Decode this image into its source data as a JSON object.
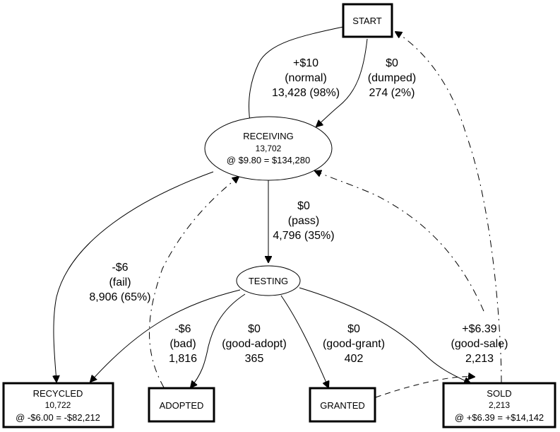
{
  "nodes": {
    "start": {
      "label": "START"
    },
    "receiving": {
      "label": "RECEIVING",
      "count": "13,702",
      "value": "@ $9.80 = $134,280"
    },
    "testing": {
      "label": "TESTING"
    },
    "recycled": {
      "label": "RECYCLED",
      "count": "10,722",
      "value": "@ -$6.00 = -$82,212"
    },
    "adopted": {
      "label": "ADOPTED"
    },
    "granted": {
      "label": "GRANTED"
    },
    "sold": {
      "label": "SOLD",
      "count": "2,213",
      "value": "@ +$6.39 = +$14,142"
    }
  },
  "edges": {
    "normal": {
      "amount": "+$10",
      "name": "(normal)",
      "count": "13,428 (98%)"
    },
    "dumped": {
      "amount": "$0",
      "name": "(dumped)",
      "count": "274 (2%)"
    },
    "pass": {
      "amount": "$0",
      "name": "(pass)",
      "count": "4,796 (35%)"
    },
    "fail": {
      "amount": "-$6",
      "name": "(fail)",
      "count": "8,906 (65%)"
    },
    "bad": {
      "amount": "-$6",
      "name": "(bad)",
      "count": "1,816"
    },
    "good_adopt": {
      "amount": "$0",
      "name": "(good-adopt)",
      "count": "365"
    },
    "good_grant": {
      "amount": "$0",
      "name": "(good-grant)",
      "count": "402"
    },
    "good_sale": {
      "amount": "+$6.39",
      "name": "(good-sale)",
      "count": "2,213"
    }
  }
}
